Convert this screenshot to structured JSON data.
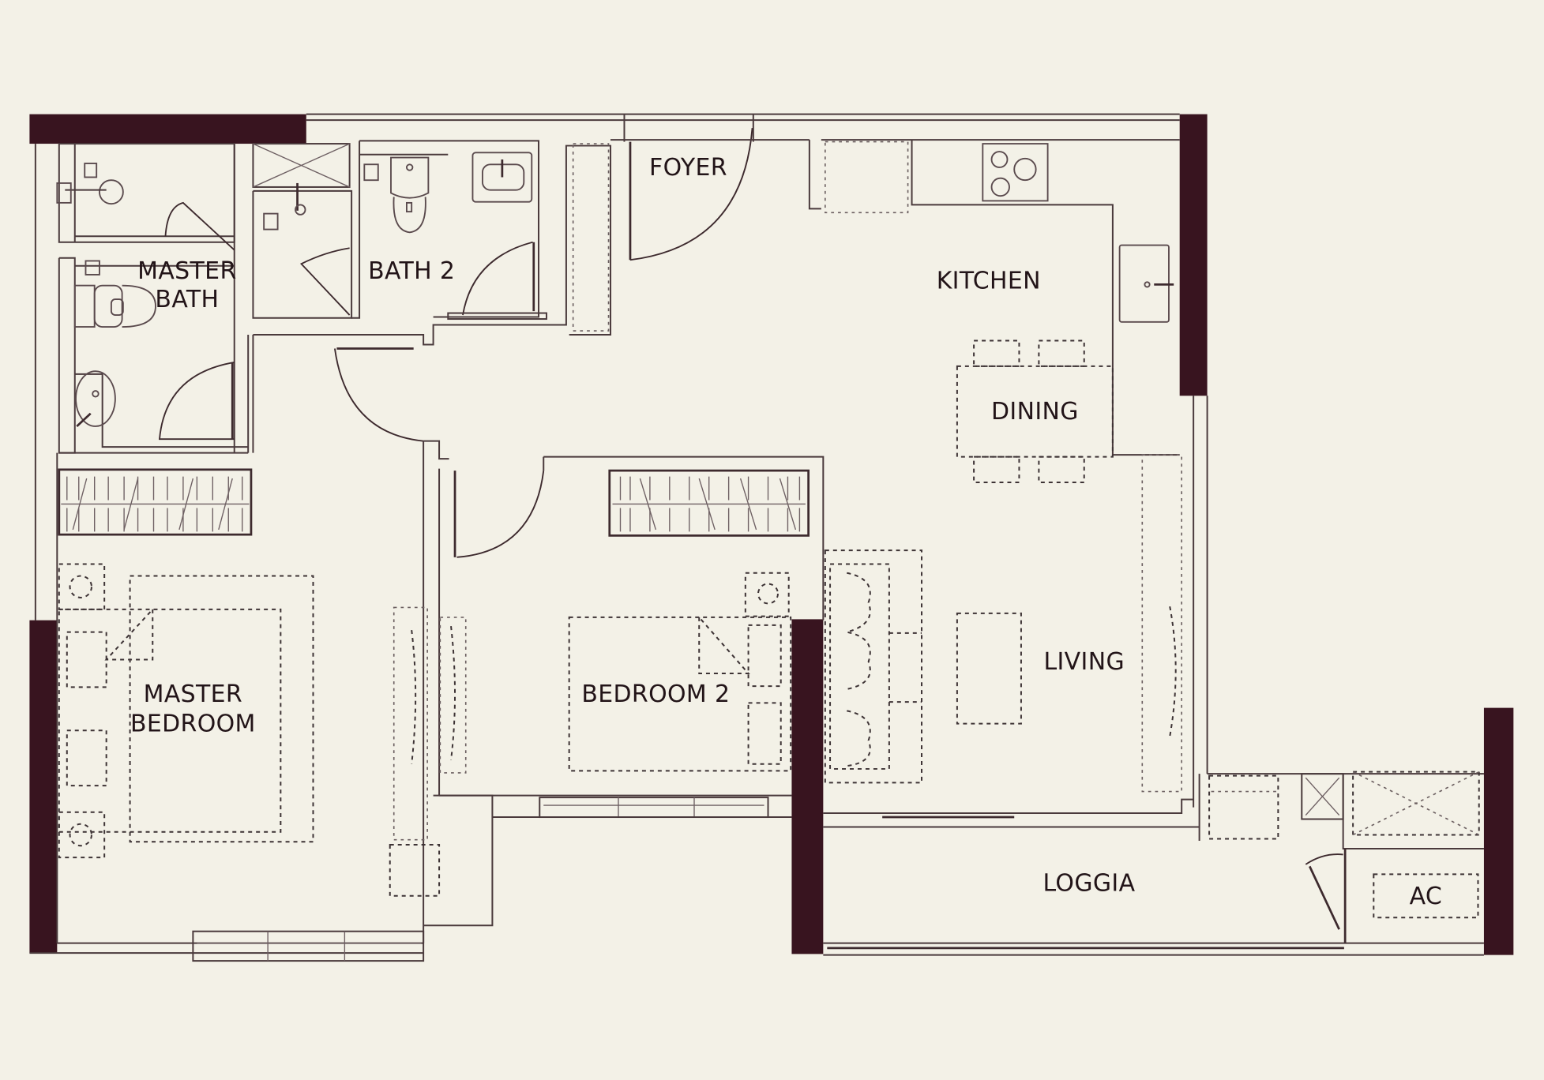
{
  "floor_plan": {
    "background_color": "#f3f1e7",
    "wall_color": "#38141f",
    "line_color": "#3d2a2e",
    "rooms": [
      {
        "id": "master-bath",
        "label_lines": [
          "MASTER",
          "BATH"
        ]
      },
      {
        "id": "bath-2",
        "label_lines": [
          "BATH 2"
        ]
      },
      {
        "id": "foyer",
        "label_lines": [
          "FOYER"
        ]
      },
      {
        "id": "kitchen",
        "label_lines": [
          "KITCHEN"
        ]
      },
      {
        "id": "dining",
        "label_lines": [
          "DINING"
        ]
      },
      {
        "id": "living",
        "label_lines": [
          "LIVING"
        ]
      },
      {
        "id": "master-bedroom",
        "label_lines": [
          "MASTER",
          "BEDROOM"
        ]
      },
      {
        "id": "bedroom-2",
        "label_lines": [
          "BEDROOM 2"
        ]
      },
      {
        "id": "loggia",
        "label_lines": [
          "LOGGIA"
        ]
      },
      {
        "id": "ac",
        "label_lines": [
          "AC"
        ]
      }
    ],
    "fixtures": [
      "shower",
      "toilet",
      "basin",
      "wardrobe",
      "bed",
      "bedside-table",
      "tv-console",
      "hob",
      "kitchen-sink",
      "dining-table",
      "sofa",
      "coffee-table",
      "washer",
      "water-heater",
      "ac-ledge"
    ]
  }
}
